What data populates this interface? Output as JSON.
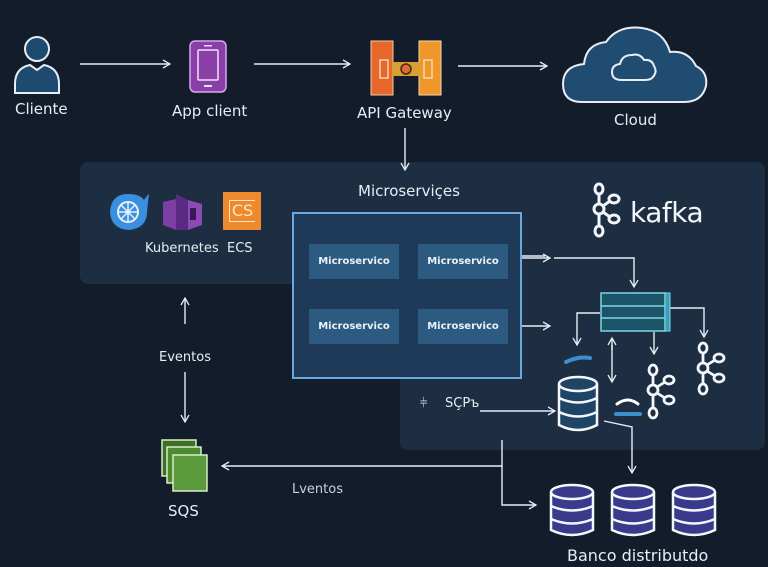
{
  "top_row": {
    "cliente": "Cliente",
    "app_client": "App client",
    "api_gateway": "API Gateway",
    "cloud": "Cloud"
  },
  "platform": {
    "kubernetes_label": "Kubernetes",
    "ecs_label": "ECS",
    "ecs_icon_text": "CS"
  },
  "microservices": {
    "title": "Microserviçes",
    "boxes": [
      "Microservico",
      "Microservico",
      "Microservico",
      "Microservico"
    ]
  },
  "kafka": {
    "brand": "kafka"
  },
  "scps_label": "SÇPъ",
  "eventos_label": "Eventos",
  "sqs": {
    "label": "SQS",
    "edge_label": "Lventos"
  },
  "database": {
    "label": "Banco distributdo"
  },
  "colors": {
    "background": "#131c2a",
    "panel": "#1d2d42",
    "microservice_box": "#2d5a80",
    "container_border": "#6aa8dd",
    "app_client_purple": "#8a3fa8",
    "api_gateway_orange": "#e8672c",
    "ecs_orange": "#ee8a2c",
    "sqs_green": "#5a9a3a",
    "db_indigo": "#3a3a8c",
    "queue_teal": "#1e5468"
  }
}
